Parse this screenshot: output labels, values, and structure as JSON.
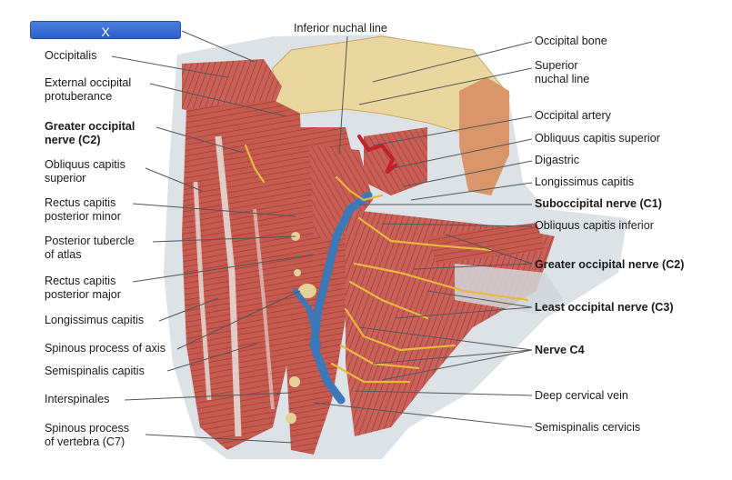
{
  "close_button": {
    "label": "X"
  },
  "labels_left": [
    "Occipitalis",
    "External occipital",
    "protuberance",
    "Greater occipital",
    "nerve (C2)",
    "Obliquus capitis",
    "superior",
    "Rectus capitis",
    "posterior minor",
    "Posterior tubercle",
    "of atlas",
    "Rectus capitis",
    "posterior major",
    "Longissimus capitis",
    "Spinous process of axis",
    "Semispinalis capitis",
    "Interspinales",
    "Spinous process",
    "of vertebra (C7)"
  ],
  "label_top": "Inferior nuchal line",
  "labels_right": [
    "Occipital bone",
    "Superior",
    "nuchal line",
    "Occipital artery",
    "Obliquus capitis superior",
    "Digastric",
    "Longissimus capitis",
    "Suboccipital nerve (C1)",
    "Obliquus capitis inferior",
    "Greater occipital nerve (C2)",
    "Least occipital nerve (C3)",
    "Nerve C4",
    "Deep cervical vein",
    "Semispinalis cervicis"
  ],
  "colors": {
    "muscle": "#c0524a",
    "muscle_dark": "#8e3129",
    "bone": "#e9d39a",
    "fascia": "#dfe3e6",
    "nerve": "#e8b83c",
    "vein": "#3a78b8",
    "artery": "#c0202a",
    "button": "#2f64cf"
  }
}
